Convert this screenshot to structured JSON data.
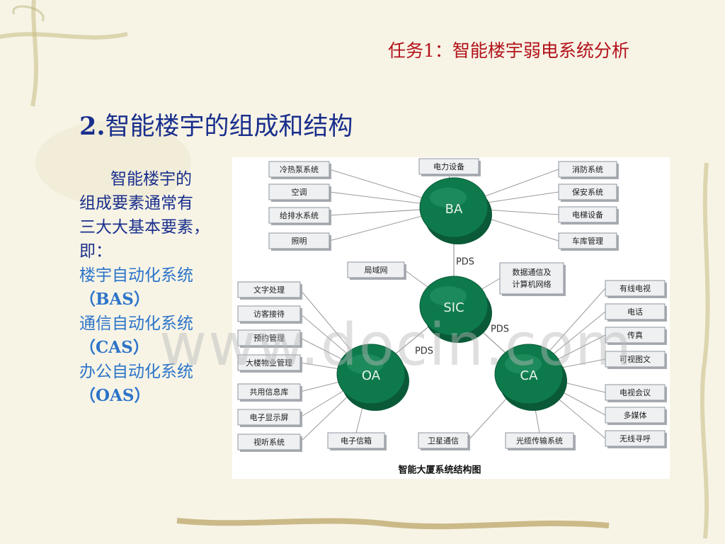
{
  "header": {
    "task_title": "任务1：智能楼宇弱电系统分析"
  },
  "heading": {
    "number": "2.",
    "text": "智能楼宇的组成和结构"
  },
  "intro": {
    "line1": "智能楼宇的",
    "line2": "组成要素通常有",
    "line3": "三大大基本要素，",
    "line4": "即：",
    "bas_name": "楼宇自动化系统",
    "bas_abbr": "（BAS）",
    "cas_name": "通信自动化系统",
    "cas_abbr": "（CAS）",
    "oas_name": "办公自动化系统",
    "oas_abbr": "（OAS）"
  },
  "diagram": {
    "caption": "智能大厦系统结构图",
    "hubs": {
      "ba": "BA",
      "sic": "SIC",
      "oa": "OA",
      "ca": "CA"
    },
    "links": {
      "ba_sic": "PDS",
      "sic_ca": "PDS",
      "sic_oa": "PDS"
    },
    "ba_nodes": [
      "冷热泵系统",
      "空调",
      "给排水系统",
      "照明",
      "电力设备",
      "消防系统",
      "保安系统",
      "电梯设备",
      "车库管理"
    ],
    "sic_nodes": [
      "局域网",
      "数据通信及计算机网络"
    ],
    "oa_nodes": [
      "文字处理",
      "访客接待",
      "预约管理",
      "大楼物业管理",
      "共用信息库",
      "电子显示屏",
      "视听系统",
      "电子信箱"
    ],
    "ca_nodes": [
      "有线电视",
      "电话",
      "传真",
      "可视图文",
      "电视会议",
      "多媒体",
      "无线寻呼",
      "卫星通信",
      "光缆传输系统"
    ]
  },
  "watermark": "www.docin.com",
  "colors": {
    "hub": "#0e7a4c",
    "title_red": "#b3121b",
    "heading_blue": "#1a2f8c",
    "accent_blue": "#2d74c9"
  }
}
